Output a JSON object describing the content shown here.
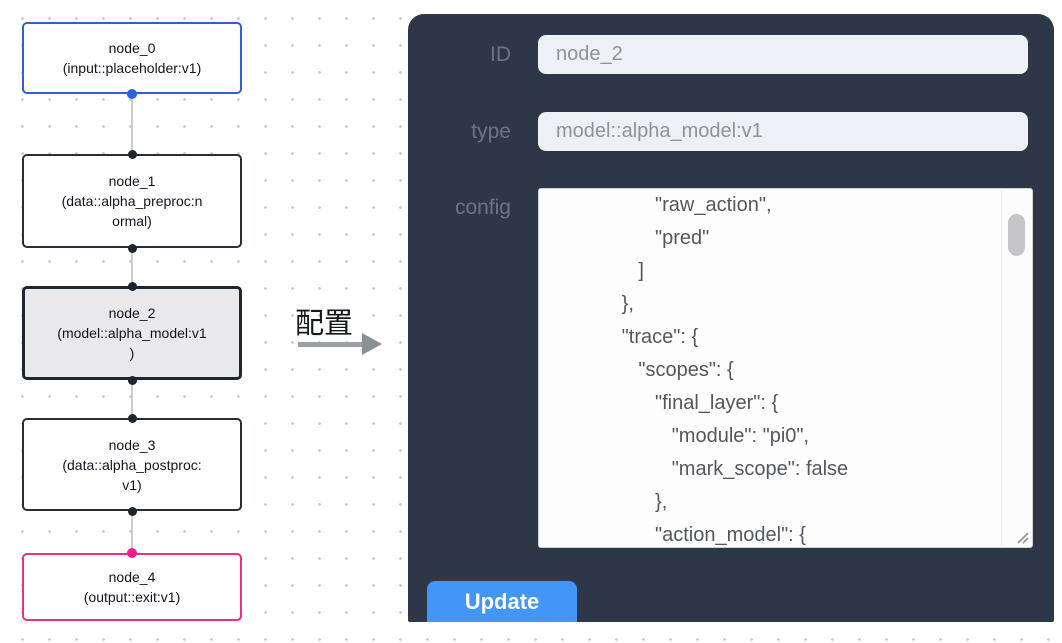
{
  "flow": {
    "nodes": [
      {
        "title": "node_0",
        "subtitle_lines": [
          "(input::placeholder:v1)"
        ],
        "variant": "input"
      },
      {
        "title": "node_1",
        "subtitle_lines": [
          "(data::alpha_preproc:n",
          "ormal)"
        ],
        "variant": "default"
      },
      {
        "title": "node_2",
        "subtitle_lines": [
          "(model::alpha_model:v1",
          ")"
        ],
        "variant": "selected"
      },
      {
        "title": "node_3",
        "subtitle_lines": [
          "(data::alpha_postproc:",
          "v1)"
        ],
        "variant": "default"
      },
      {
        "title": "node_4",
        "subtitle_lines": [
          "(output::exit:v1)"
        ],
        "variant": "output"
      }
    ]
  },
  "transition": {
    "label": "配置"
  },
  "panel": {
    "fields": [
      {
        "label": "ID",
        "value": "node_2"
      },
      {
        "label": "type",
        "value": "model::alpha_model:v1"
      }
    ],
    "config": {
      "label": "config",
      "text": "                  \"raw_action\",\n                  \"pred\"\n               ]\n            },\n            \"trace\": {\n               \"scopes\": {\n                  \"final_layer\": {\n                     \"module\": \"pi0\",\n                     \"mark_scope\": false\n                  },\n                  \"action_model\": {"
    },
    "update_button": "Update"
  },
  "colors": {
    "panel_bg": "#2d3747",
    "button_blue": "#4296f5",
    "input_bg": "#eef1f4",
    "node_input_border": "#3161d1",
    "node_output_border": "#ea2f85",
    "node_default_border": "#272d3a",
    "selected_node_fill": "#e9e9eb",
    "port_dark": "#1c2430",
    "port_blue": "#2a63da",
    "port_pink": "#f01f8e",
    "edge_gray": "#c9ccd0"
  }
}
